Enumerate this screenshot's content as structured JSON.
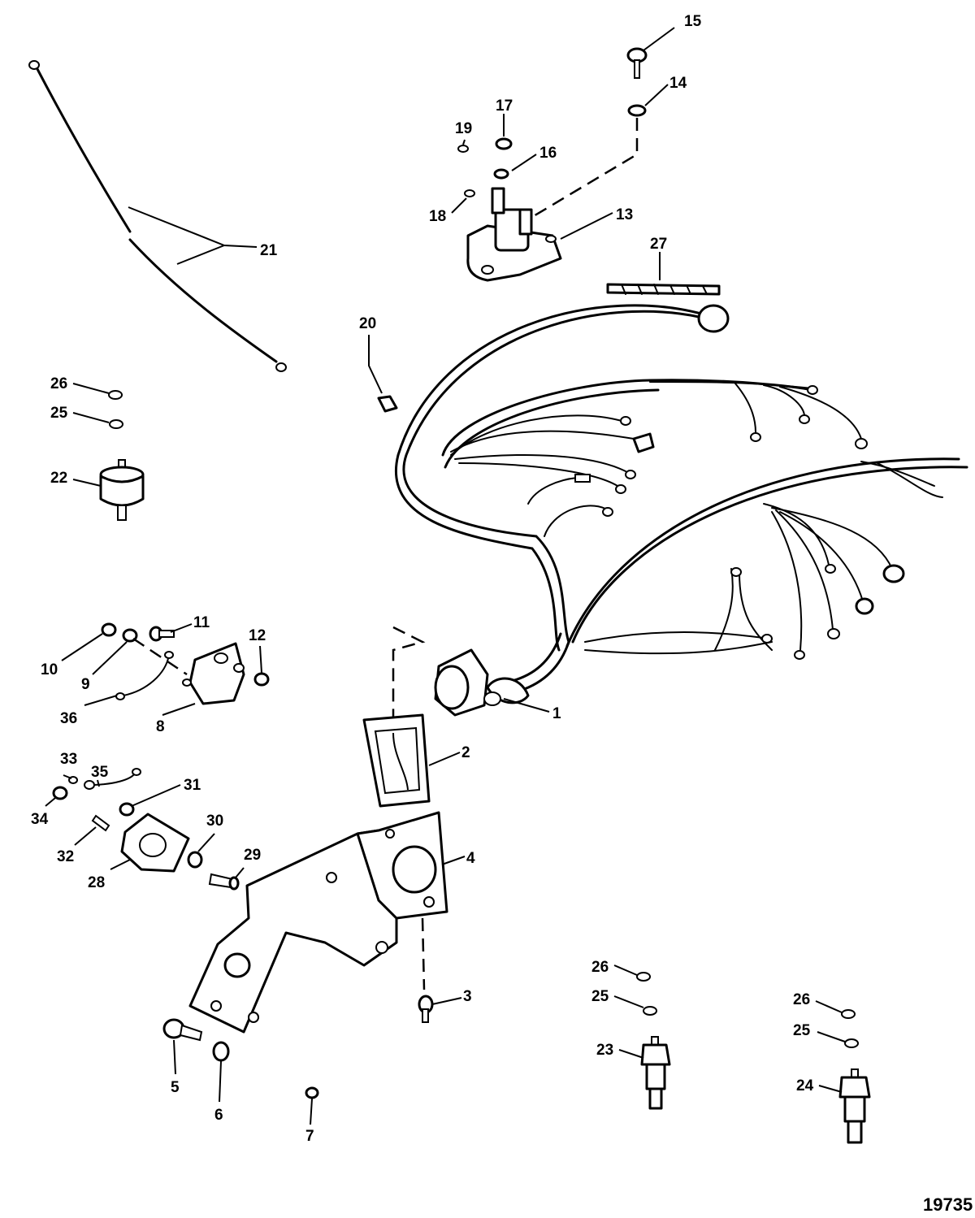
{
  "figure_number": "19735",
  "callouts": {
    "c1": "1",
    "c2": "2",
    "c3": "3",
    "c4": "4",
    "c5": "5",
    "c6": "6",
    "c7": "7",
    "c8": "8",
    "c9": "9",
    "c10": "10",
    "c11": "11",
    "c12": "12",
    "c13": "13",
    "c14": "14",
    "c15": "15",
    "c16": "16",
    "c17": "17",
    "c18": "18",
    "c19": "19",
    "c20": "20",
    "c21": "21",
    "c22": "22",
    "c23": "23",
    "c24": "24",
    "c25a": "25",
    "c25b": "25",
    "c25c": "25",
    "c26a": "26",
    "c26b": "26",
    "c26c": "26",
    "c27": "27",
    "c28": "28",
    "c29": "29",
    "c30": "30",
    "c31": "31",
    "c32": "32",
    "c33": "33",
    "c34": "34",
    "c35": "35",
    "c36": "36"
  }
}
